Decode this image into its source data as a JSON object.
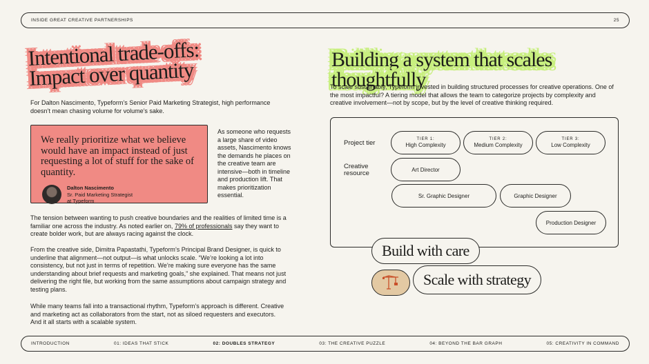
{
  "header": {
    "section": "INSIDE GREAT CREATIVE PARTNERSHIPS",
    "page_number": "25"
  },
  "left": {
    "title_line1": "Intentional trade-offs:",
    "title_line2": "Impact over quantity",
    "intro": "For Dalton Nascimento, Typeform’s Senior Paid Marketing Strategist, high performance doesn’t mean chasing volume for volume’s sake.",
    "quote": "We really prioritize what we believe would have an impact instead of just requesting a lot of stuff for the sake of quantity.",
    "quote_author": "Dalton Nascimento",
    "quote_role_line1": "Sr. Paid Marketing Strategist",
    "quote_role_line2": "at Typeform",
    "side_text": "As someone who requests a large share of video assets, Nascimento knows the demands he places on the creative team are intensive—both in timeline and production lift. That makes prioritization essential.",
    "para1_before": "The tension between wanting to push creative boundaries and the realities of limited time is a familiar one across the industry. As noted earlier on, ",
    "para1_link": "79% of professionals",
    "para1_after": " say they want to create bolder work, but are always racing against the clock.",
    "para2": "From the creative side, Dimitra Papastathi, Typeform’s Principal Brand Designer, is quick to underline that alignment—not output—is what unlocks scale. “We’re looking a lot into consistency, but not just in terms of repetition. We’re making sure everyone has the same understanding about brief requests and marketing goals,” she explained. That means not just delivering the right file, but working from the same assumptions about campaign strategy and testing plans.",
    "para3": "While many teams fall into a transactional rhythm, Typeform’s approach is different. Creative and marketing act as collaborators from the start, not as siloed requesters and executors. And it all starts with a scalable system."
  },
  "right": {
    "title": "Building a system that scales thoughtfully",
    "intro": "To scale sustainably, Typeform invested in building structured processes for creative operations. One of the most impactful? A tiering model that allows the team to categorize projects by complexity and creative involvement—not by scope, but by the level of creative thinking required.",
    "diagram": {
      "row1_label": "Project tier",
      "row2_label_line1": "Creative",
      "row2_label_line2": "resource",
      "tiers": [
        {
          "num": "TIER 1:",
          "name": "High Complexity"
        },
        {
          "num": "TIER 2:",
          "name": "Medium Complexity"
        },
        {
          "num": "TIER 3:",
          "name": "Low Complexity"
        }
      ],
      "resources": {
        "art_director": "Art Director",
        "sr_graphic_designer": "Sr. Graphic Designer",
        "graphic_designer": "Graphic Designer",
        "production_designer": "Production Designer"
      }
    },
    "callout1": "Build with care",
    "callout2": "Scale with strategy",
    "icon": "crane-icon"
  },
  "footer": {
    "nav": [
      {
        "label": "INTRODUCTION"
      },
      {
        "label": "01: IDEAS THAT STICK"
      },
      {
        "label": "02: DOUBLES STRATEGY",
        "active": true
      },
      {
        "label": "03: THE CREATIVE PUZZLE"
      },
      {
        "label": "04: BEYOND THE BAR GRAPH"
      },
      {
        "label": "05: CREATIVITY IN COMMAND"
      }
    ]
  },
  "colors": {
    "background": "#f6f4ee",
    "coral": "#f08a84",
    "lime": "#c8ef7f",
    "tan": "#e3c9a3"
  }
}
